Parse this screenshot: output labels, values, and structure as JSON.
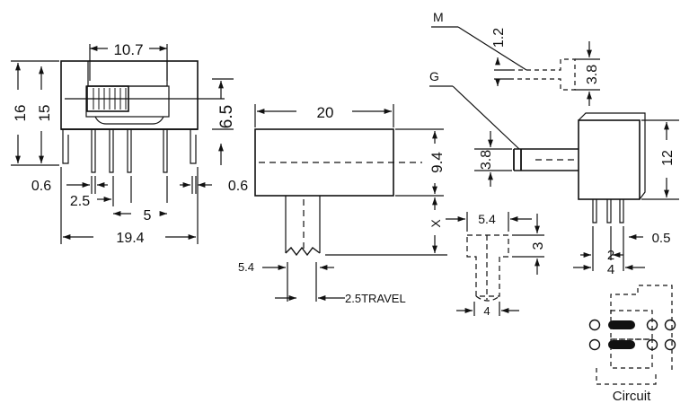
{
  "dimensions": {
    "top_width": "10.7",
    "height_outer": "16",
    "height_inner": "15",
    "height_right": "6.5",
    "pin_left_offset": "0.6",
    "pin_pitch_a": "2.5",
    "pin_pitch_b": "5",
    "pin_right_offset": "0.6",
    "overall_width": "19.4",
    "front_width": "20",
    "front_height": "9.4",
    "actuator_x": "X",
    "actuator_width": "5.4",
    "travel": "2.5TRAVEL",
    "knob_width": "5.4",
    "knob_height": "3",
    "knob_base": "4",
    "side_m_dim": "1.2",
    "side_m_height": "3.8",
    "side_g_height": "3.8",
    "side_height": "12",
    "side_pin_pitch": "2",
    "side_pin_span": "4",
    "side_pin_width": "0.5"
  },
  "callouts": {
    "m": "M",
    "g": "G"
  },
  "circuit_label": "Circuit"
}
